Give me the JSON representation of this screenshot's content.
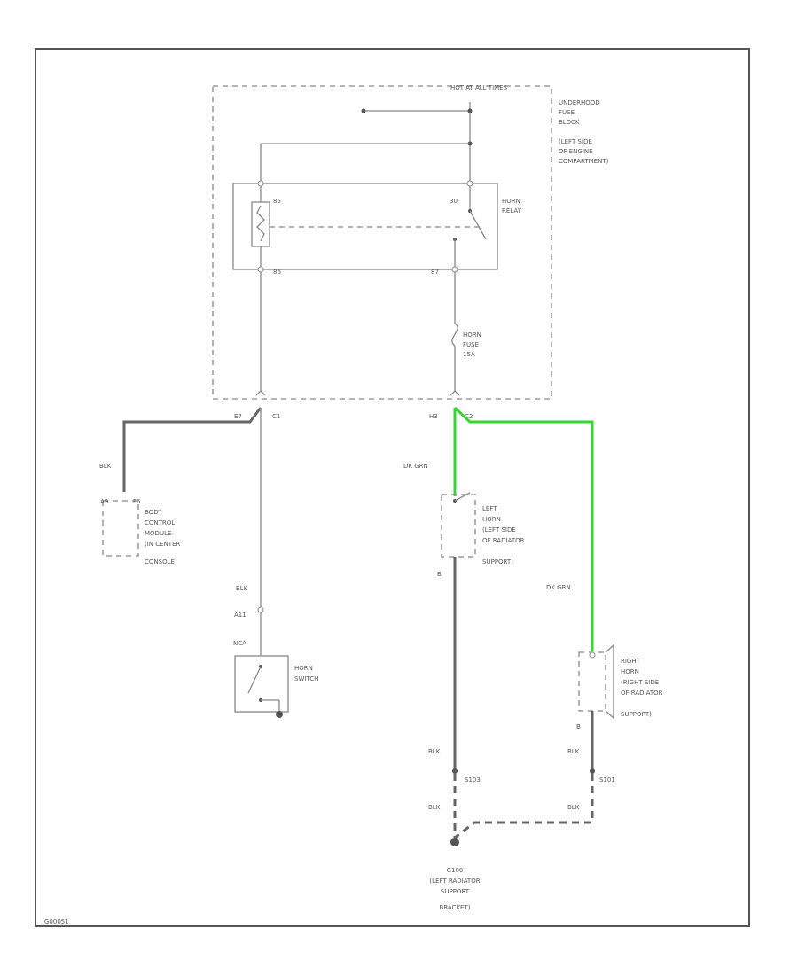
{
  "power_label": "HOT AT ALL TIMES",
  "fuse_block_label": [
    "UNDERHOOD",
    "FUSE",
    "BLOCK",
    "(LEFT SIDE",
    "OF ENGINE",
    "COMPARTMENT)"
  ],
  "relay": {
    "label": [
      "HORN",
      "RELAY"
    ],
    "pins": {
      "top_left": "85",
      "top_right": "30",
      "bottom_left": "86",
      "bottom_right": "87"
    }
  },
  "fuse": {
    "label": [
      "HORN",
      "FUSE",
      "15A"
    ]
  },
  "connectors": {
    "c1_left": "E7",
    "c1_right": "C1",
    "h_left": "H3",
    "h_right": "C2"
  },
  "wire_colors": {
    "blk_bcm": "BLK",
    "blk_switch": "BLK",
    "dk_grn_left": "DK GRN",
    "dk_grn_right": "DK GRN",
    "blk_left_horn": "BLK",
    "blk_left_lower": "BLK",
    "blk_right_horn": "BLK",
    "blk_right_lower": "BLK"
  },
  "bcm": {
    "pin_left": "A9",
    "pin_right": "F6",
    "label": [
      "BODY",
      "CONTROL",
      "MODULE",
      "(IN CENTER",
      "CONSOLE)"
    ]
  },
  "horn_switch": {
    "connector_top": "A11",
    "connector_bottom": "NCA",
    "label": [
      "HORN",
      "SWITCH"
    ]
  },
  "left_horn": {
    "pin": "B",
    "label": [
      "LEFT",
      "HORN",
      "(LEFT SIDE",
      "OF RADIATOR",
      "SUPPORT)"
    ]
  },
  "right_horn": {
    "pin": "B",
    "label": [
      "RIGHT",
      "HORN",
      "(RIGHT SIDE",
      "OF RADIATOR",
      "SUPPORT)"
    ]
  },
  "splices": {
    "left": "S103",
    "right": "S101"
  },
  "ground": {
    "label": [
      "G100",
      "(LEFT RADIATOR",
      "SUPPORT",
      "BRACKET)"
    ]
  },
  "figure_id": "G00051",
  "colors": {
    "highlight_wire": "#33d633",
    "wire": "#7a7a7a",
    "frame": "#555555"
  }
}
